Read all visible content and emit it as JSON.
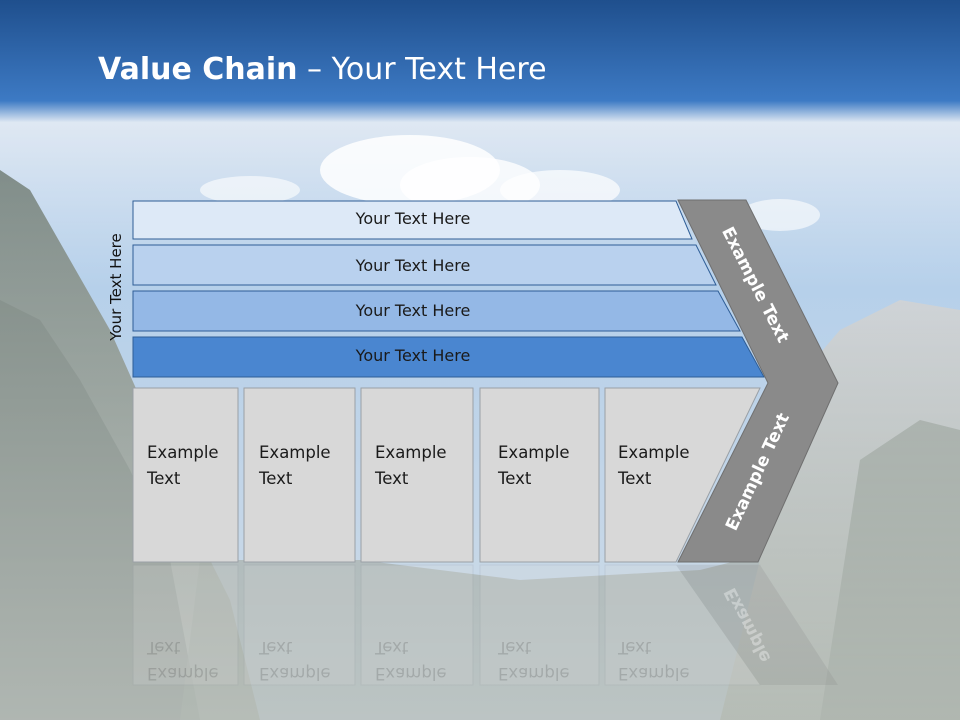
{
  "title": {
    "bold": "Value Chain",
    "rest": " – Your Text Here"
  },
  "side_label": "Your Text Here",
  "bands": [
    {
      "label": "Your Text Here",
      "color": "#dde9f7"
    },
    {
      "label": "Your Text Here",
      "color": "#b9d1ee"
    },
    {
      "label": "Your Text Here",
      "color": "#94b8e6"
    },
    {
      "label": "Your Text Here",
      "color": "#4a86d0"
    }
  ],
  "columns": [
    {
      "line1": "Example",
      "line2": "Text"
    },
    {
      "line1": "Example",
      "line2": "Text"
    },
    {
      "line1": "Example",
      "line2": "Text"
    },
    {
      "line1": "Example",
      "line2": "Text"
    },
    {
      "line1": "Example",
      "line2": "Text"
    }
  ],
  "arrow": {
    "upper_label": "Example Text",
    "lower_label": "Example Text",
    "reflection_label": "Example"
  },
  "colors": {
    "header": "#2f6db4",
    "box": "#d8d8d8",
    "arrow": "#8a8a8a",
    "band_border": "#2e5d96"
  }
}
